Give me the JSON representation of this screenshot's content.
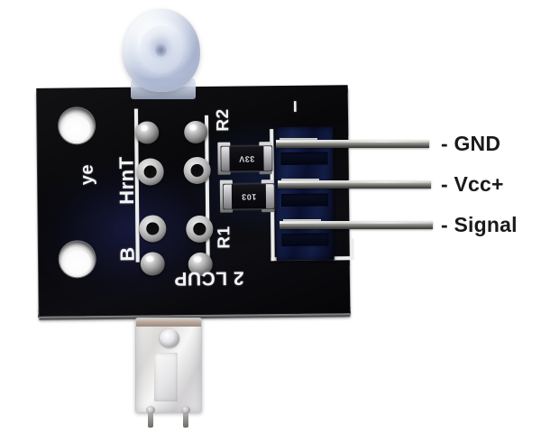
{
  "image": {
    "subject": "KY-039 style sensor breakout module photo with pin callouts",
    "background_color": "#ffffff"
  },
  "pcb": {
    "color": "#0a0a0c",
    "silkscreen_color": "#f4f4f4",
    "silkscreen": {
      "left_top": "ye",
      "left_mid": "HrnT",
      "left_bottom": "B",
      "bottom": "2 LCUP",
      "resistor_ref_top": "R2",
      "resistor_ref_bottom": "R1",
      "header_tick": "I"
    },
    "components": {
      "resistor_top": {
        "ref": "R2",
        "code": "33V"
      },
      "resistor_bottom": {
        "ref": "R1",
        "code": "103"
      }
    }
  },
  "header": {
    "pin_count": 3,
    "pins": [
      {
        "index": 1,
        "label": "- GND"
      },
      {
        "index": 2,
        "label": "- Vcc+"
      },
      {
        "index": 3,
        "label": "- Signal"
      }
    ]
  },
  "callouts": {
    "gnd": "- GND",
    "vcc": "- Vcc+",
    "signal": "- Signal",
    "text_color": "#1a1a1a"
  },
  "parts": {
    "led_top": "clear-dome-led",
    "ir_bottom": "ir-receiver-phototransistor"
  }
}
